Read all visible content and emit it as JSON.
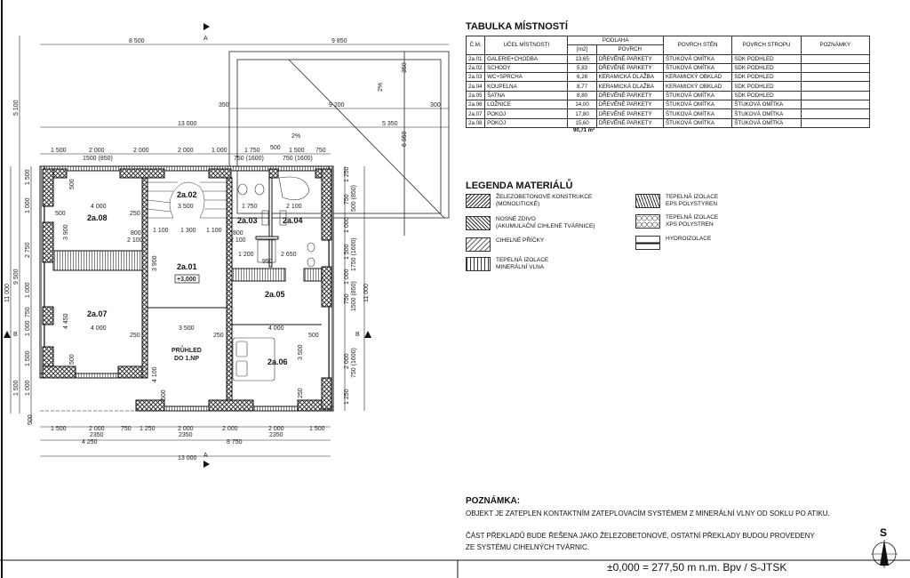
{
  "plan": {
    "rooms": {
      "r01": "2a.01",
      "r02": "2a.02",
      "r03": "2a.03",
      "r04": "2a.04",
      "r05": "2a.05",
      "r06": "2a.06",
      "r07": "2a.07",
      "r08": "2a.08"
    },
    "level_mark": "+3,000",
    "void_label_1": "PRŮHLED",
    "void_label_2": "DO 1.NP",
    "section_a": "A",
    "section_b": "B",
    "slope": "2%",
    "top_dims": {
      "d8500": "8 500",
      "d9850": "9 850",
      "d13000": "13 000",
      "d5350": "5 350",
      "d350": "350",
      "d9200": "9 200",
      "d300": "300",
      "d350b": "350",
      "d6950": "6 950"
    },
    "top_segments": [
      "1 500",
      "2 000",
      "2 000",
      "2 000",
      "1 000",
      "1 750",
      "500",
      "1 500",
      "750"
    ],
    "top_sub": [
      "1500 (850)",
      "750 (1600)",
      "750 (1600)"
    ],
    "inner_dims": [
      "4 000",
      "500",
      "250",
      "3 500",
      "1 750",
      "2 100",
      "1 100",
      "1 300",
      "1 100",
      "3 900",
      "3 900",
      "800",
      "2 100",
      "800",
      "2 100",
      "1 200",
      "2 650",
      "950",
      "4 450",
      "4 000",
      "250",
      "3 500",
      "250",
      "4 000",
      "500",
      "4 100",
      "500",
      "3 500",
      "250",
      "500",
      "500"
    ],
    "left_dims": {
      "d5100": "5 100",
      "d11000": "11 000",
      "d9500": "9 500",
      "segs": [
        "1 500",
        "1 000",
        "2 750",
        "1 000",
        "750",
        "1 000",
        "1 500",
        "1 000",
        "1 500",
        "500"
      ]
    },
    "right_dims": {
      "d11000": "11 000",
      "segs": [
        "1 250",
        "750",
        "1 000",
        "1 500",
        "1 000",
        "750",
        "2 000",
        "1 250"
      ],
      "sub": [
        "500 (850)",
        "1750 (1600)",
        "1500 (850)",
        "750 (1600)"
      ]
    },
    "bottom_segments": [
      "1 500",
      "2 000",
      "750",
      "1 250",
      "2 000",
      "2 000",
      "2 000",
      "1 500"
    ],
    "bottom_sub": [
      "2350",
      "2350",
      "2350"
    ],
    "bottom_dims": {
      "d4250": "4 250",
      "d8750": "8 750",
      "d13000": "13 000"
    }
  },
  "table": {
    "title": "TABULKA MÍSTNOSTÍ",
    "headers": {
      "cm": "Č.M.",
      "use": "UČEL MÍSTNOSTI",
      "floor": "PODLAHA",
      "area_unit": "[m2]",
      "floor_surface": "POVRCH",
      "walls": "POVRCH STĚN",
      "ceiling": "POVRCH STROPU",
      "notes": "POZNÁMKY"
    },
    "rows": [
      [
        "2a.01",
        "GALERIE+CHODBA",
        "13,65",
        "DŘEVĚNÉ PARKETY",
        "ŠTUKOVÁ OMÍTKA",
        "SDK PODHLED",
        ""
      ],
      [
        "2a.02",
        "SCHODY",
        "5,83",
        "DŘEVĚNÉ PARKETY",
        "ŠTUKOVÁ OMÍTKA",
        "SDK PODHLED",
        ""
      ],
      [
        "2a.03",
        "WC+SPRCHA",
        "6,26",
        "KERAMICKÁ DLAŽBA",
        "KERAMICKÝ OBKLAD",
        "SDK PODHLED",
        ""
      ],
      [
        "2a.04",
        "KOUPELNA",
        "8,77",
        "KERAMICKÁ DLAŽBA",
        "KERAMICKÝ OBKLAD",
        "SDK PODHLED",
        ""
      ],
      [
        "2a.05",
        "ŠATNA",
        "8,80",
        "DŘEVĚNÉ PARKETY",
        "ŠTUKOVÁ OMÍTKA",
        "SDK PODHLED",
        ""
      ],
      [
        "2a.06",
        "LOŽNICE",
        "14,00",
        "DŘEVĚNÉ PARKETY",
        "ŠTUKOVÁ OMÍTKA",
        "ŠTUKOVÁ OMÍTKA",
        ""
      ],
      [
        "2a.07",
        "POKOJ",
        "17,80",
        "DŘEVĚNÉ PARKETY",
        "ŠTUKOVÁ OMÍTKA",
        "ŠTUKOVÁ OMÍTKA",
        ""
      ],
      [
        "2a.08",
        "POKOJ",
        "15,60",
        "DŘEVĚNÉ PARKETY",
        "ŠTUKOVÁ OMÍTKA",
        "ŠTUKOVÁ OMÍTKA",
        ""
      ]
    ],
    "total": "90,71 m²"
  },
  "legend": {
    "title": "LEGENDA MATERIÁLŮ",
    "items": [
      {
        "l1": "ŽELEZOBETONOVÉ KONSTRUKCE",
        "l2": "(MONOLITICKÉ)",
        "icon": "concrete-hatch-icon"
      },
      {
        "l1": "NOSNÉ ZDIVO",
        "l2": " (AKUMULAČNÍ CIHLENÉ TVÁRNICE)",
        "icon": "masonry-hatch-icon"
      },
      {
        "l1": "CIHELNÉ PŘÍČKY",
        "l2": "",
        "icon": "partition-hatch-icon"
      },
      {
        "l1": "TEPELNÁ IZOLACE",
        "l2": "MINERÁLNÍ VLNA",
        "icon": "mineral-wool-icon"
      },
      {
        "l1": "TEPELNÁ IZOLACE",
        "l2": "EPS POLYSTYREN",
        "icon": "eps-icon"
      },
      {
        "l1": "TEPELNÁ IZOLACE",
        "l2": "XPS POLYSTREN",
        "icon": "xps-icon"
      },
      {
        "l1": "HYDROIZOLACE",
        "l2": "",
        "icon": "waterproofing-icon"
      }
    ]
  },
  "notes": {
    "title": "POZNÁMKA:",
    "line1": "OBJEKT JE ZATEPLEN KONTAKTNÍM ZATEPLOVACÍM SYSTÉMEM Z MINERÁLNÍ VLNY OD SOKLU PO ATIKU.",
    "line2": "ČÁST PŘEKLADŮ BUDE ŘEŠENA JAKO ŽELEZOBETONOVÉ, OSTATNÍ PŘEKLADY BUDOU PROVEDENY",
    "line3": "ZE SYSTÉMU CIHELNÝCH TVÁRNIC.",
    "elevation": "±0,000 = 277,50 m n.m. Bpv / S-JTSK",
    "north": "S"
  }
}
